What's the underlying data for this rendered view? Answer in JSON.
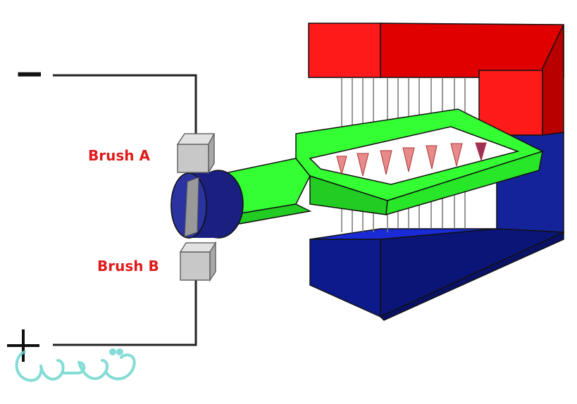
{
  "labels": {
    "minus": "−",
    "brush_a": "Brush A",
    "brush_b": "Brush B"
  },
  "colors": {
    "magnet_north": "#ff0000",
    "magnet_north_side": "#cc0000",
    "magnet_south": "#0d1a8c",
    "magnet_south_top": "#1a2bd6",
    "coil": "#33ff33",
    "coil_dark": "#22cc22",
    "brush": "#c8c8c8",
    "commutator": "#1a1f80",
    "field_arrow": "#e88a8a",
    "label": "#e01b1b"
  },
  "icons": {
    "watermark": "mawdoo3-logo"
  }
}
